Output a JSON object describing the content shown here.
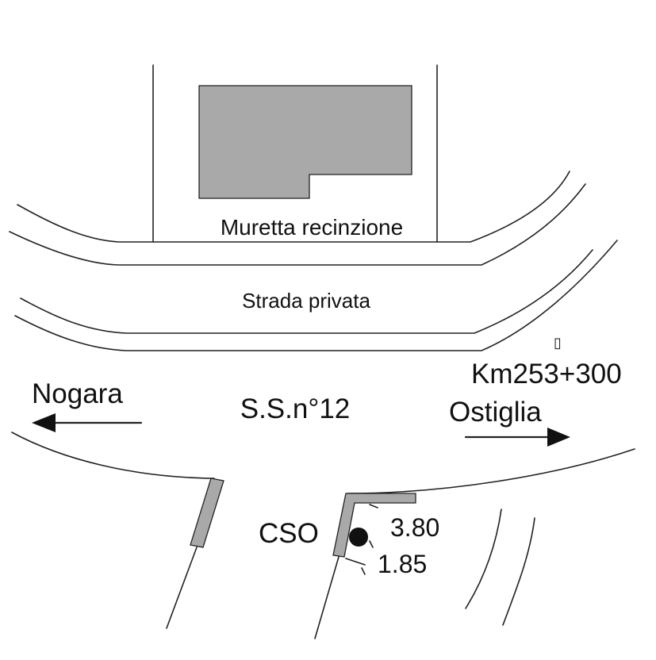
{
  "labels": {
    "wall": "Muretta recinzione",
    "private_road": "Strada privata",
    "highway": "S.S.n°12",
    "km": "Km253+300",
    "west": "Nogara",
    "east": "Ostiglia",
    "station": "CSO",
    "dim_a": "3.80",
    "dim_b": "1.85",
    "glyph": "▯"
  },
  "colors": {
    "line": "#222222",
    "fill_grey": "#a9a9a9",
    "background": "#ffffff"
  }
}
